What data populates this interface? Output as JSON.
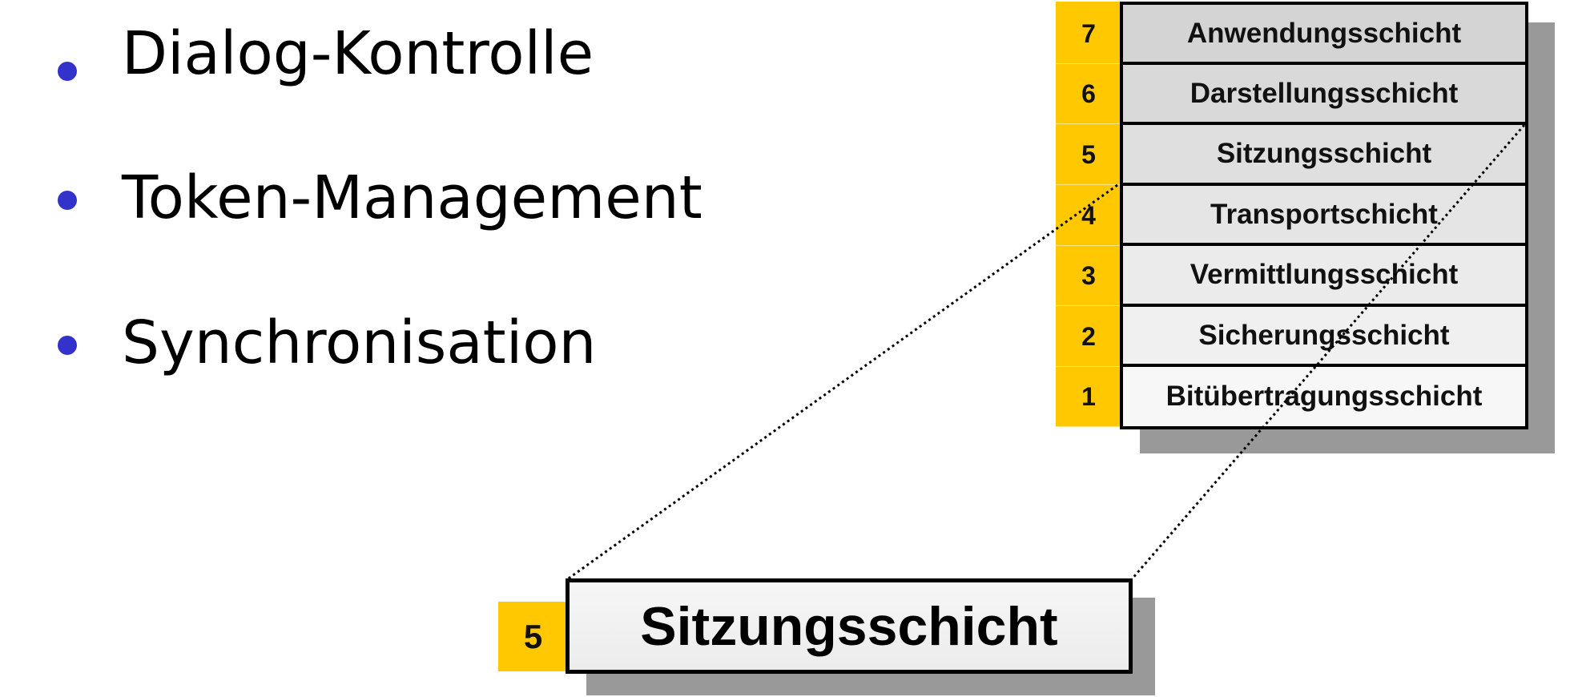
{
  "bullets": [
    "Dialog-Kontrolle",
    "Token-Management",
    "Synchronisation"
  ],
  "layers": [
    {
      "number": "7",
      "name": "Anwendungsschicht"
    },
    {
      "number": "6",
      "name": "Darstellungsschicht"
    },
    {
      "number": "5",
      "name": "Sitzungsschicht"
    },
    {
      "number": "4",
      "name": "Transportschicht"
    },
    {
      "number": "3",
      "name": "Vermittlungsschicht"
    },
    {
      "number": "2",
      "name": "Sicherungsschicht"
    },
    {
      "number": "1",
      "name": "Bitübertragungsschicht"
    }
  ],
  "highlight": {
    "number": "5",
    "name": "Sitzungsschicht"
  },
  "colors": {
    "bullet": "#3333cc",
    "number_band": "#ffc800",
    "shadow": "#999999"
  }
}
